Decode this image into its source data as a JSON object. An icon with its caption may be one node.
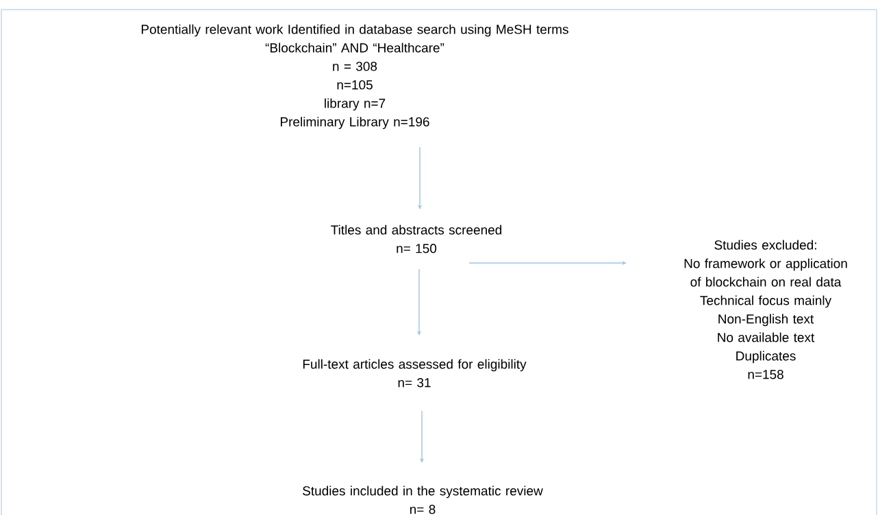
{
  "diagram": {
    "nodes": [
      {
        "text": [
          "Potentially relevant work Identified in database search using MeSH terms",
          "“Blockchain” AND “Healthcare”",
          "n = 308",
          "n=105",
          "library n=7",
          "Preliminary Library n=196"
        ]
      },
      {
        "text": [
          "Titles and abstracts screened",
          "n= 150"
        ]
      },
      {
        "text": [
          "Studies excluded:",
          "No framework or application of blockchain on real data",
          "Technical focus mainly",
          "Non-English text",
          "No available text",
          "Duplicates",
          "n=158"
        ]
      },
      {
        "text": [
          "Full-text articles assessed for eligibility",
          "n= 31"
        ]
      },
      {
        "text": [
          "Studies included in the systematic review",
          "n= 8"
        ]
      }
    ],
    "edges": [
      {
        "from": 0,
        "to": 1,
        "arrow": "to"
      },
      {
        "from": 1,
        "to": 2,
        "arrow": "to"
      },
      {
        "from": 1,
        "to": 3,
        "arrow": "to"
      },
      {
        "from": 3,
        "to": 4,
        "arrow": "to"
      }
    ]
  }
}
